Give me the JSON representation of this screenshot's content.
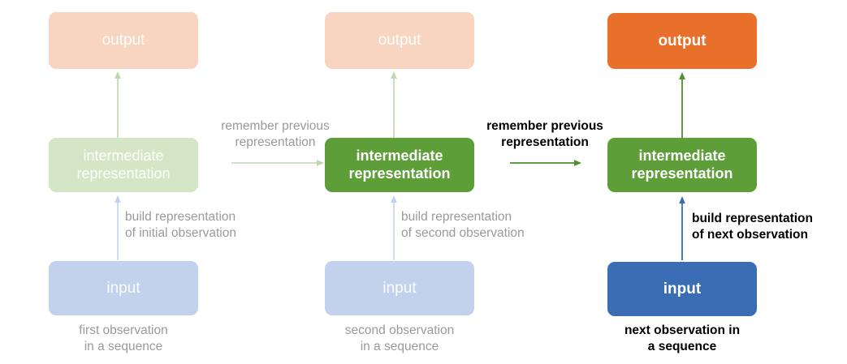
{
  "diagram": {
    "title_text_present": false,
    "colors": {
      "output_vivid": "#E8702A",
      "output_faded": "#F8D5C0",
      "intermediate_vivid": "#5E9E39",
      "intermediate_faded": "#D4E6C6",
      "input_vivid": "#3B6DB5",
      "input_faded": "#C3D2EC",
      "arrow_green_vivid": "#4E8F2E",
      "arrow_green_faded": "#BBD9AB",
      "arrow_blue_vivid": "#3B6DB5",
      "arrow_blue_faded": "#C3D2EC",
      "text_faded": "#9A9A9A",
      "text_vivid": "#000000"
    },
    "columns": [
      {
        "id": "step-1",
        "state": "faded",
        "output_label": "output",
        "intermediate_label": "intermediate\nrepresentation",
        "input_label": "input",
        "build_caption": "build representation\nof initial observation",
        "input_caption": "first observation\nin a sequence"
      },
      {
        "id": "step-2",
        "state": "mixed",
        "output_label": "output",
        "intermediate_label": "intermediate\nrepresentation",
        "input_label": "input",
        "build_caption": "build representation\nof second observation",
        "input_caption": "second observation\nin a sequence"
      },
      {
        "id": "step-3",
        "state": "vivid",
        "output_label": "output",
        "intermediate_label": "intermediate\nrepresentation",
        "input_label": "input",
        "build_caption": "build representation\nof next observation",
        "input_caption": "next observation in\na sequence"
      }
    ],
    "recurrent_links": [
      {
        "id": "link-1-to-2",
        "state": "faded",
        "label": "remember previous\nrepresentation"
      },
      {
        "id": "link-2-to-3",
        "state": "vivid",
        "label": "remember previous\nrepresentation"
      }
    ]
  }
}
